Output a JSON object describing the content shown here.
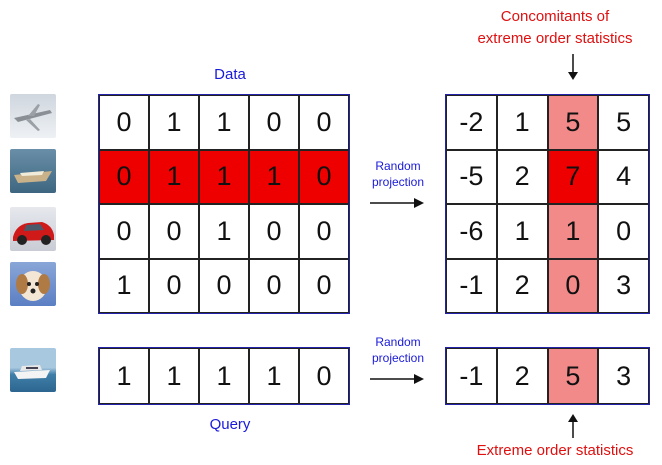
{
  "labels": {
    "data": "Data",
    "query": "Query",
    "random_projection_top": [
      "Random",
      "projection"
    ],
    "random_projection_bottom": [
      "Random",
      "projection"
    ],
    "concomitants": [
      "Concomitants of",
      "extreme order statistics"
    ],
    "extreme": "Extreme order statistics"
  },
  "images": [
    {
      "icon": "airplane-image"
    },
    {
      "icon": "boat-image"
    },
    {
      "icon": "red-car-image"
    },
    {
      "icon": "puppy-image"
    }
  ],
  "query_image": {
    "icon": "ship-image"
  },
  "data_matrix": [
    [
      "0",
      "1",
      "1",
      "0",
      "0"
    ],
    [
      "0",
      "1",
      "1",
      "1",
      "0"
    ],
    [
      "0",
      "0",
      "1",
      "0",
      "0"
    ],
    [
      "1",
      "0",
      "0",
      "0",
      "0"
    ]
  ],
  "query_vector": [
    "1",
    "1",
    "1",
    "1",
    "0"
  ],
  "projected_matrix": [
    [
      "-2",
      "1",
      "5",
      "5"
    ],
    [
      "-5",
      "2",
      "7",
      "4"
    ],
    [
      "-6",
      "1",
      "1",
      "0"
    ],
    [
      "-1",
      "2",
      "0",
      "3"
    ]
  ],
  "projected_query": [
    "-1",
    "2",
    "5",
    "3"
  ],
  "highlight": {
    "data_row": 1,
    "proj_col": 2,
    "proj_row": 1,
    "query_col": 2
  },
  "colors": {
    "highlight_red": "#ee0000",
    "light_red": "#f28a8a",
    "label_red": "#e01010",
    "label_blue": "#1a1adb",
    "border_blue": "#2222aa"
  }
}
